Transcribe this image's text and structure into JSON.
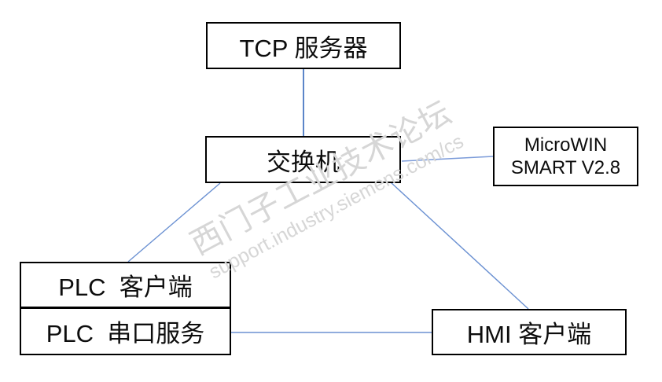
{
  "nodes": {
    "tcp_server": {
      "label": "TCP 服务器"
    },
    "switch": {
      "label": "交换机"
    },
    "microwin": {
      "line1": "MicroWIN",
      "line2": "SMART V2.8"
    },
    "plc_client": {
      "label": "PLC  客户端"
    },
    "plc_serial": {
      "label": "PLC  串口服务"
    },
    "hmi_client": {
      "label": "HMI 客户端"
    }
  },
  "edges": [
    {
      "from": "tcp_server",
      "to": "switch"
    },
    {
      "from": "switch",
      "to": "microwin"
    },
    {
      "from": "switch",
      "to": "plc_client"
    },
    {
      "from": "switch",
      "to": "hmi_client"
    },
    {
      "from": "plc_serial",
      "to": "hmi_client"
    }
  ],
  "watermark": {
    "line1": "西门子工业技术论坛",
    "line2": "support.industry.siemens.com/cs"
  },
  "colors": {
    "connector_blue": "#6289cc",
    "box_border": "#000000",
    "text": "#0d0d0d",
    "watermark_gray": "#d6d6d6",
    "background": "#ffffff"
  }
}
